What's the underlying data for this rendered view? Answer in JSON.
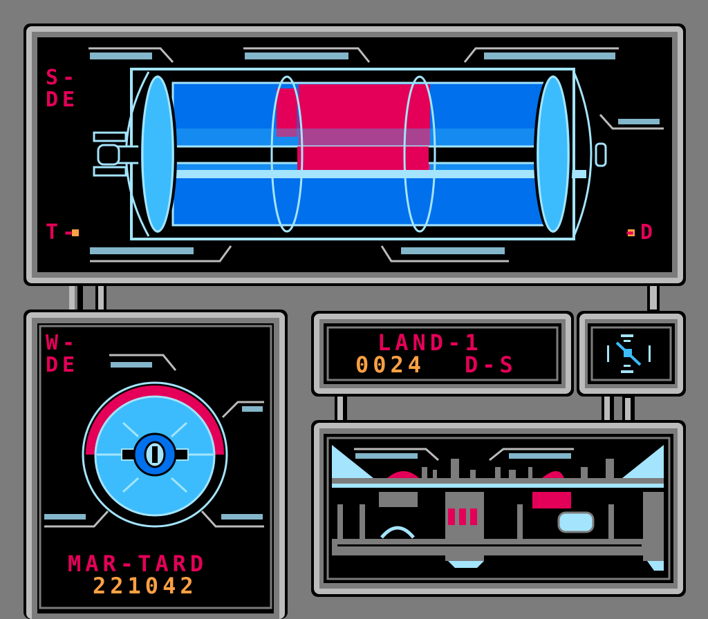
{
  "colors": {
    "background": "#7c7c7c",
    "frame_light": "#bcbcbc",
    "red": "#e40058",
    "orange": "#fca044",
    "light_blue": "#a4e4fc",
    "blue": "#3cbcfc",
    "dark_blue": "#0070ec"
  },
  "ship_panel": {
    "label_top_left_1": "S-",
    "label_top_left_2": "DE",
    "label_bottom_left": "T-",
    "label_bottom_right": "-D"
  },
  "dial_panel": {
    "label_1": "W-",
    "label_2": "DE",
    "name": "MAR-TARD",
    "value": "221042"
  },
  "status_panel": {
    "line1": "LAND-1",
    "count": "0024",
    "code": "D-S"
  },
  "radar_panel": {
    "icon": "crosshair-icon"
  }
}
